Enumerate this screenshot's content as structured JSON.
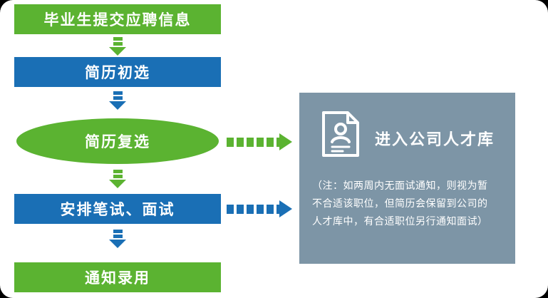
{
  "colors": {
    "green": "#5BB331",
    "blue": "#1A6FB5",
    "panel_background": "#7D95A6",
    "text_on_shapes": "#FFFFFF"
  },
  "flow": {
    "steps": [
      {
        "label": "毕业生提交应聘信息"
      },
      {
        "label": "简历初选"
      },
      {
        "label": "简历复选"
      },
      {
        "label": "安排笔试、面试"
      },
      {
        "label": "通知录用"
      }
    ]
  },
  "panel": {
    "title": "进入公司人才库",
    "icon": "document-person-icon",
    "note_lines": [
      "（注：如两周内无面试通知，则视为暂",
      "不合适该职位，但简历会保留到公司的",
      "人才库中，有合适职位另行通知面试）"
    ]
  }
}
